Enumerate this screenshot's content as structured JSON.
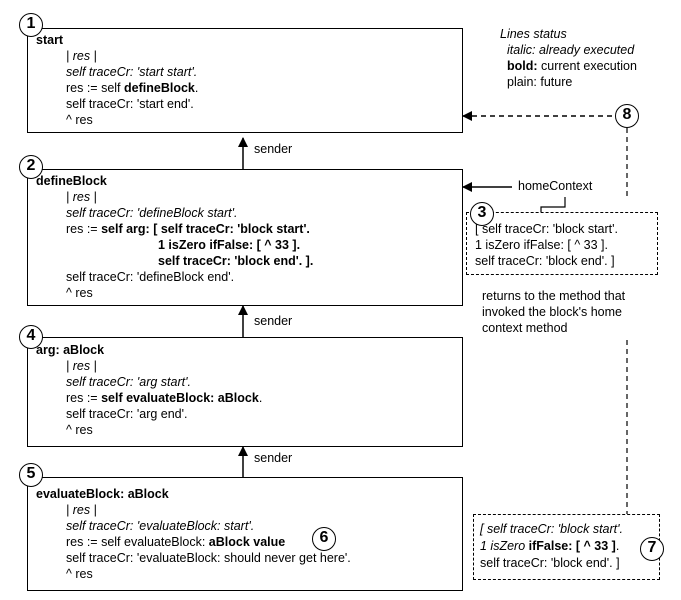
{
  "legend": {
    "title": "Lines status",
    "italic_key": "italic:",
    "italic_desc": "already executed",
    "bold_key": "bold:",
    "bold_desc": "current execution",
    "plain_key": "plain:",
    "plain_desc": "future"
  },
  "labels": {
    "sender": "sender",
    "home_context": "homeContext",
    "returns": [
      "returns to the method that",
      "invoked the block's home",
      "context method"
    ]
  },
  "markers": [
    "1",
    "2",
    "3",
    "4",
    "5",
    "6",
    "7",
    "8"
  ],
  "contexts": {
    "start": {
      "header": "start",
      "l1": "| res |",
      "l2": "self traceCr: 'start start'.",
      "l3a": "res := self ",
      "l3b": "defineBlock",
      "l3c": ".",
      "l4": "self traceCr: 'start end'.",
      "l5": "^ res"
    },
    "define_block": {
      "header": "defineBlock",
      "l1": "| res |",
      "l2": "self traceCr: 'defineBlock start'.",
      "l3a": "res := ",
      "l3b": "self arg: [ self traceCr: 'block start'.",
      "l4": "1 isZero ifFalse: [ ^ 33 ].",
      "l5": "self traceCr: 'block end'. ].",
      "l6": "self traceCr: 'defineBlock end'.",
      "l7": "^ res"
    },
    "arg": {
      "header": "arg: aBlock",
      "l1": "| res |",
      "l2": "self traceCr: 'arg start'.",
      "l3a": "res := ",
      "l3b": "self evaluateBlock: aBlock",
      "l3c": ".",
      "l4": "self traceCr: 'arg end'.",
      "l5": "^ res"
    },
    "evaluate": {
      "header": "evaluateBlock: aBlock",
      "l1": "| res |",
      "l2": "self traceCr: 'evaluateBlock: start'.",
      "l3a": "res := self evaluateBlock: ",
      "l3b": "aBlock value",
      "l4": "self traceCr: 'evaluateBlock: should never get here'.",
      "l5": "^  res"
    }
  },
  "block_box": {
    "l1": "[ self traceCr: 'block start'.",
    "l2": "1 isZero ifFalse: [ ^ 33 ].",
    "l3": "self traceCr: 'block end'. ]"
  },
  "block_box_exec": {
    "l1": "[ self traceCr: 'block start'.",
    "l2a": "1 isZero ",
    "l2b": "ifFalse",
    "l2c": ": [ ^ 33 ]",
    "l2d": ".",
    "l3": "self traceCr: 'block end'. ]"
  }
}
